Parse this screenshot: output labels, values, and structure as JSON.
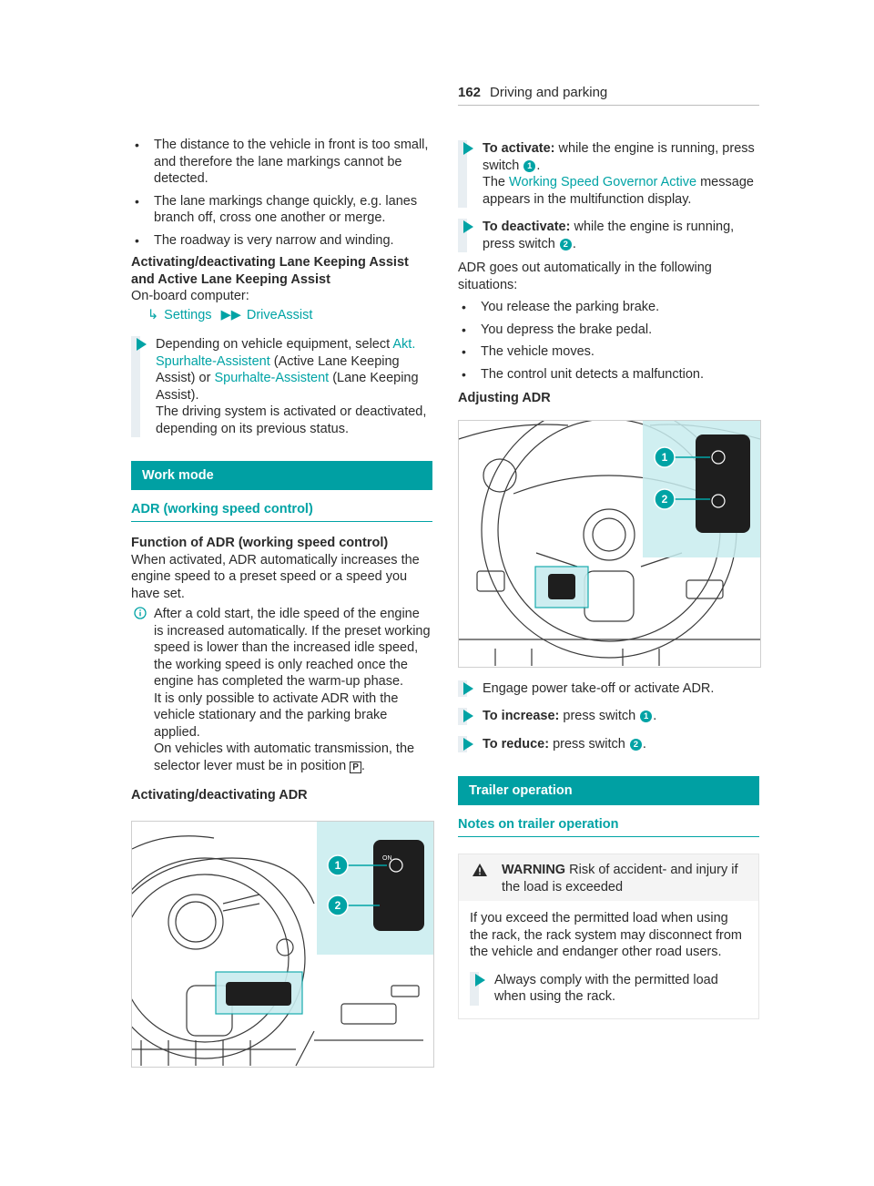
{
  "header": {
    "page_number": "162",
    "section": "Driving and parking"
  },
  "left": {
    "bullets": [
      "The distance to the vehicle in front is too small, and therefore the lane markings cannot be detected.",
      "The lane markings change quickly, e.g. lanes branch off, cross one another or merge.",
      "The roadway is very narrow and winding."
    ],
    "activating_heading": "Activating/deactivating Lane Keeping Assist and Active Lane Keeping Assist",
    "onboard_label": "On-board computer:",
    "menu_path": [
      "Settings",
      "DriveAssist"
    ],
    "step1": {
      "pre": "Depending on vehicle equipment, select ",
      "opt1": "Akt. Spurhalte-Assistent",
      "mid1": " (Active Lane Keeping Assist) or ",
      "opt2": "Spurhalte-Assistent",
      "mid2": " (Lane Keeping Assist).",
      "result": "The driving system is activated or deactivated, depending on its previous status."
    },
    "work_mode_bar": "Work mode",
    "adr_sub": "ADR (working speed control)",
    "function_heading": "Function of ADR (working speed control)",
    "function_text": "When activated, ADR automatically increases the engine speed to a preset speed or a speed you have set.",
    "note_text": "After a cold start, the idle speed of the engine is increased automatically. If the preset working speed is lower than the increased idle speed, the working speed is only reached once the engine has completed the warm-up phase.",
    "note_text2": "It is only possible to activate ADR with the vehicle stationary and the parking brake applied.",
    "note_text3_pre": "On vehicles with automatic transmission, the selector lever must be in position ",
    "note_text3_gear": "P",
    "note_text3_post": ".",
    "activating_adr_heading": "Activating/deactivating ADR",
    "figure1": {
      "label_on": "ON",
      "callouts": [
        "1",
        "2"
      ]
    }
  },
  "right": {
    "step_activate": {
      "bold": "To activate:",
      "text": " while the engine is running, press switch ",
      "num": "1",
      "end": ".",
      "msg_pre": "The ",
      "msg": "Working Speed Governor Active",
      "msg_post": " message appears in the multifunction display."
    },
    "step_deactivate": {
      "bold": "To deactivate:",
      "text": " while the engine is running, press switch ",
      "num": "2",
      "end": "."
    },
    "auto_off_text": "ADR goes out automatically in the following situations:",
    "auto_off_bullets": [
      "You release the parking brake.",
      "You depress the brake pedal.",
      "The vehicle moves.",
      "The control unit detects a malfunction."
    ],
    "adjusting_heading": "Adjusting ADR",
    "figure2": {
      "callouts": [
        "1",
        "2"
      ]
    },
    "step_engage": "Engage power take-off or activate ADR.",
    "step_increase": {
      "bold": "To increase:",
      "text": " press switch ",
      "num": "1",
      "end": "."
    },
    "step_reduce": {
      "bold": "To reduce:",
      "text": " press switch ",
      "num": "2",
      "end": "."
    },
    "trailer_bar": "Trailer operation",
    "trailer_sub": "Notes on trailer operation",
    "warning": {
      "label": "WARNING",
      "title": " Risk of accident- and injury if the load is exceeded",
      "body": "If you exceed the permitted load when using the rack, the rack system may disconnect from the vehicle and endanger other road users.",
      "step": "Always comply with the permitted load when using the rack."
    }
  },
  "colors": {
    "accent": "#00a3a5",
    "bar": "#00a0a3",
    "figure_highlight": "#c8ecef"
  }
}
